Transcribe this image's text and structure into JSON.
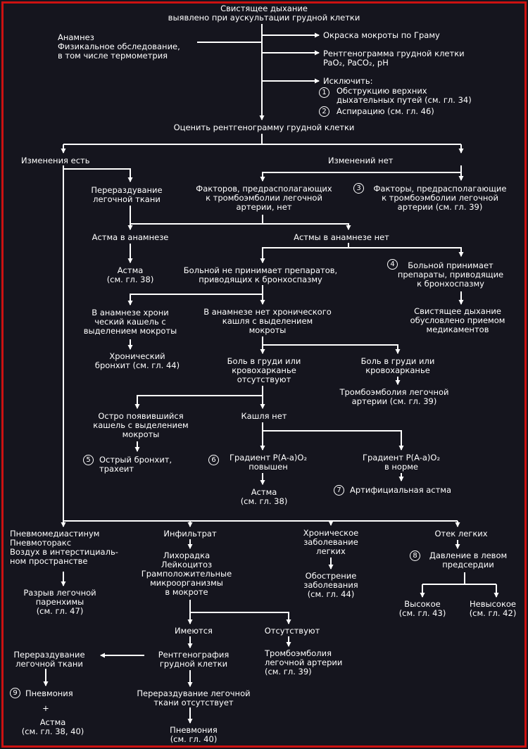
{
  "nodes": {
    "start": "Свистящее дыхание\nвыявлено при аускультации грудной клетки",
    "anamnesis": "Анамнез\nФизикальное обследование,\nв том числе термометрия",
    "gram": "Окраска мокроты по Граму",
    "xray_abg": "Рентгенограмма грудной клетки\nPaO₂, PaCO₂, pH",
    "exclude": "Исключить:",
    "exclude_1": "Обструкцию верхних\nдыхательных путей (см. гл. 34)",
    "exclude_2": "Аспирацию  (см. гл. 46)",
    "evaluate_xray": "Оценить рентгенограмму грудной клетки",
    "changes_yes": "Изменения есть",
    "changes_no": "Изменений нет",
    "hyperinflation": "Перераздувание\nлегочной ткани",
    "no_te_factors": "Факторов, предрасполагающих\nк тромбоэмболии легочной\nартерии, нет",
    "te_factors": "Факторы, предрасполагающие\nк тромбоэмболии легочной\nартерии (см. гл. 39)",
    "asthma_history": "Астма в анамнезе",
    "no_asthma_history": "Астмы в анамнезе нет",
    "asthma_38": "Астма\n(см. гл. 38)",
    "no_drugs": "Больной не принимает препаратов,\nприводящих к бронхоспазму",
    "takes_drugs": "Больной принимает\nпрепараты,  приводящие\nк бронхоспазму",
    "drug_wheeze": "Свистящее дыхание\nобусловлено приемом\nмедикаментов",
    "chronic_cough": "В анамнезе хрони\nческий кашель с\nвыделением мокроты",
    "no_chronic_cough": "В анамнезе нет хронического\nкашля с выделением\nмокроты",
    "chronic_bronchitis": "Хронический\nбронхит (см. гл. 44)",
    "no_pain": "Боль в груди или\nкровохарканье\nотсутствуют",
    "pain": "Боль в груди или\nкровохарканье",
    "pe_39": "Тромбоэмболия легочной\nартерии (см. гл. 39)",
    "acute_cough": "Остро появившийся\nкашель с выделением\nмокроты",
    "no_cough": "Кашля нет",
    "acute_bronchitis": "Острый бронхит,\nтрахеит",
    "gradient_high": "Градиент P(A-a)O₂\nповышен",
    "gradient_normal": "Градиент P(A-a)O₂\nв норме",
    "asthma_38b": "Астма\n(см. гл. 38)",
    "artificial_asthma": "Артифициальная астма",
    "pneumo": "Пневмомедиастинум\nПневмоторакс\nВоздух в интерстициаль-\nном пространстве",
    "rupture": "Разрыв легочной\nпаренхимы\n(см. гл. 47)",
    "infiltrate": "Инфильтрат",
    "fever": "Лихорадка\nЛейкоцитоз\nГрамположительные\nмикроорганизмы\nв мокроте",
    "chronic_lung": "Хроническое\nзаболевание\nлегких",
    "exacerbation": "Обострение\nзаболевания\n(см. гл. 44)",
    "edema": "Отек легких",
    "la_pressure": "Давление в левом\nпредсердии",
    "high": "Высокое\n(см. гл. 43)",
    "not_high": "Невысокое\n(см. гл. 42)",
    "present": "Имеются",
    "absent": "Отсутствуют",
    "xray2": "Рентгенография\nгрудной клетки",
    "pe_39b": "Тромбоэмболия\nлегочной артерии\n(см. гл. 39)",
    "hyperinflation2": "Перераздувание\nлегочной ткани",
    "no_hyperinflation": "Перераздувание легочной\nткани отсутствует",
    "pneumonia_asthma": "Пневмония",
    "plus": "+",
    "asthma_pn": "Астма\n(см. гл. 38, 40)",
    "pneumonia_40": "Пневмония\n(см. гл. 40)"
  },
  "markers": [
    "1",
    "2",
    "3",
    "4",
    "5",
    "6",
    "7",
    "8",
    "9"
  ],
  "colors": {
    "background": "#15151e",
    "frame": "#cc1111",
    "ink": "#ffffff"
  }
}
